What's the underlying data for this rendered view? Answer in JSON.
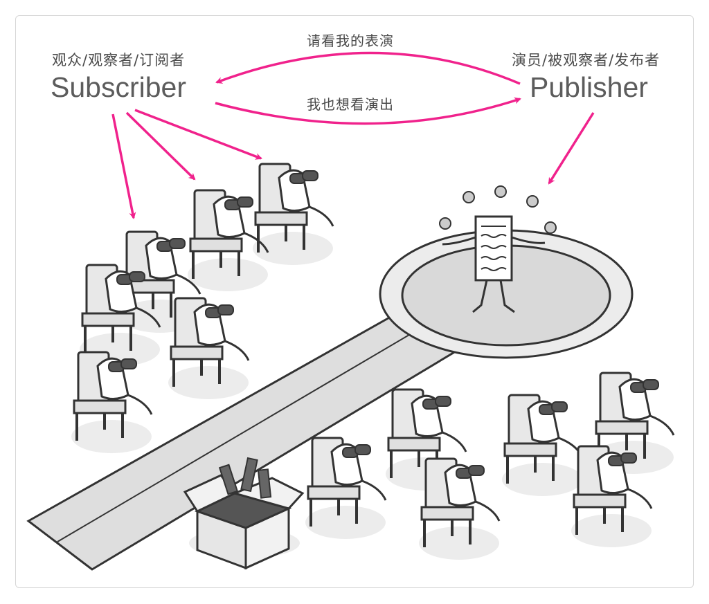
{
  "subscriber": {
    "caption": "观众/观察者/订阅者",
    "title": "Subscriber"
  },
  "publisher": {
    "caption": "演员/被观察者/发布者",
    "title": "Publisher"
  },
  "arrows": {
    "top_label": "请看我的表演",
    "bottom_label": "我也想看演出"
  },
  "colors": {
    "arrow": "#f0228c",
    "stage": "#d9d9d9",
    "outline": "#333333",
    "floor_shadow": "#ececec"
  },
  "icons": [
    "binoculars-icon",
    "chair-icon",
    "document-character-icon",
    "juggling-ball-icon",
    "box-icon"
  ]
}
